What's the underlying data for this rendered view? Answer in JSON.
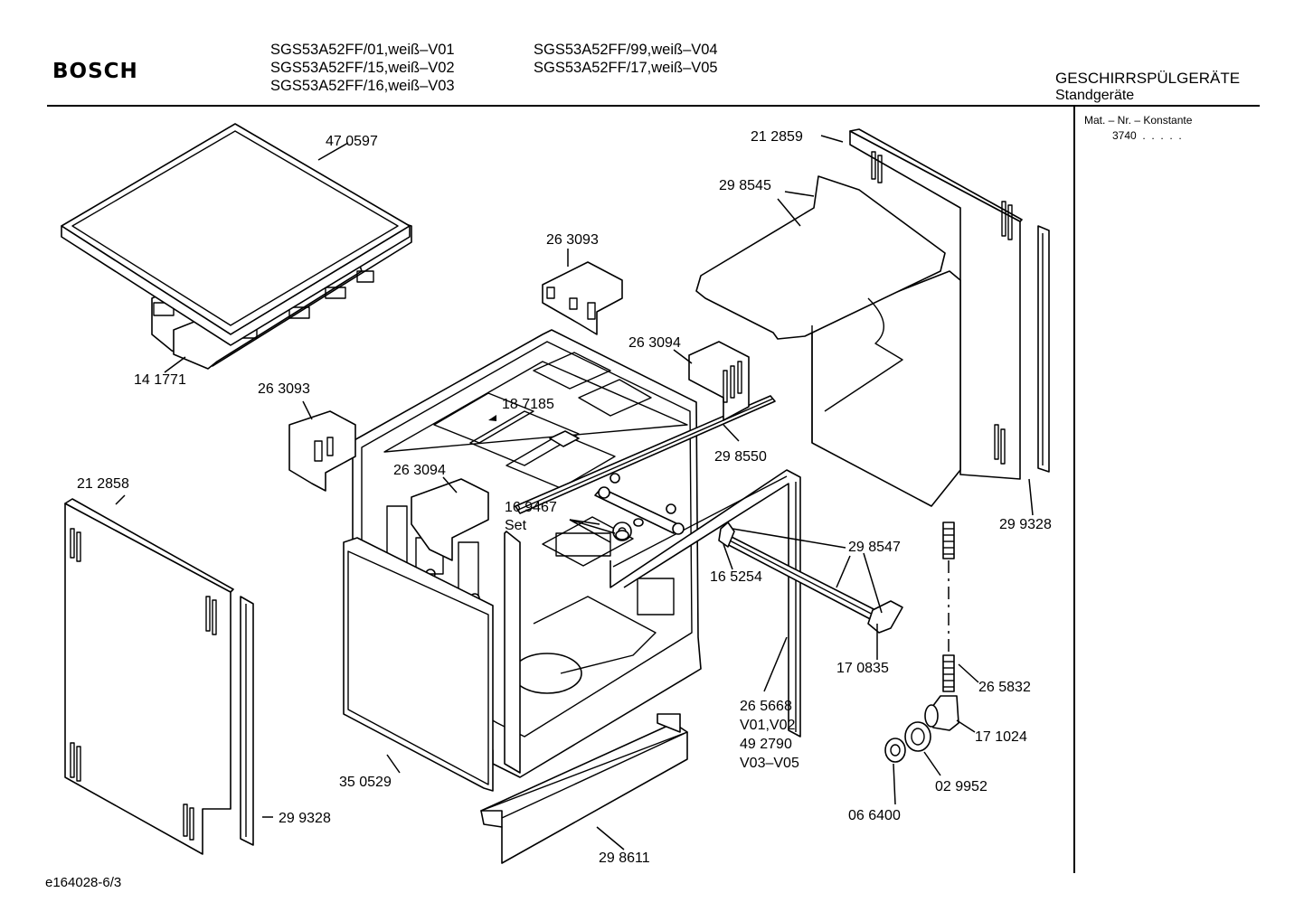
{
  "brand": "BOSCH",
  "models": {
    "left": [
      "SGS53A52FF/01,weiß–V01",
      "SGS53A52FF/15,weiß–V02",
      "SGS53A52FF/16,weiß–V03"
    ],
    "right": [
      "SGS53A52FF/99,weiß–V04",
      "SGS53A52FF/17,weiß–V05"
    ]
  },
  "category": "GESCHIRRSPÜLGERÄTE",
  "subcategory": "Standgeräte",
  "mat_label": "Mat. – Nr. – Konstante",
  "mat_value": "3740",
  "footer": "e164028-6/3",
  "labels": {
    "p470597": "47 0597",
    "p141771": "14 1771",
    "p263093a": "26 3093",
    "p263093b": "26 3093",
    "p263094a": "26 3094",
    "p263094b": "26 3094",
    "p187185": "18 7185",
    "p212859": "21 2859",
    "p298545": "29 8545",
    "p298550": "29 8550",
    "p169467": "16 9467",
    "set": "Set",
    "p212858": "21 2858",
    "p298547": "29 8547",
    "p165254": "16 5254",
    "p170835": "17 0835",
    "p299328a": "29 9328",
    "p299328b": "29 9328",
    "p265832": "26 5832",
    "p171024": "17 1024",
    "p029952": "02 9952",
    "p066400": "06 6400",
    "p265668": "26 5668",
    "v0102": "V01,V02",
    "p492790": "49 2790",
    "v0305": "V03–V05",
    "p350529": "35 0529",
    "p298611": "29 8611"
  }
}
